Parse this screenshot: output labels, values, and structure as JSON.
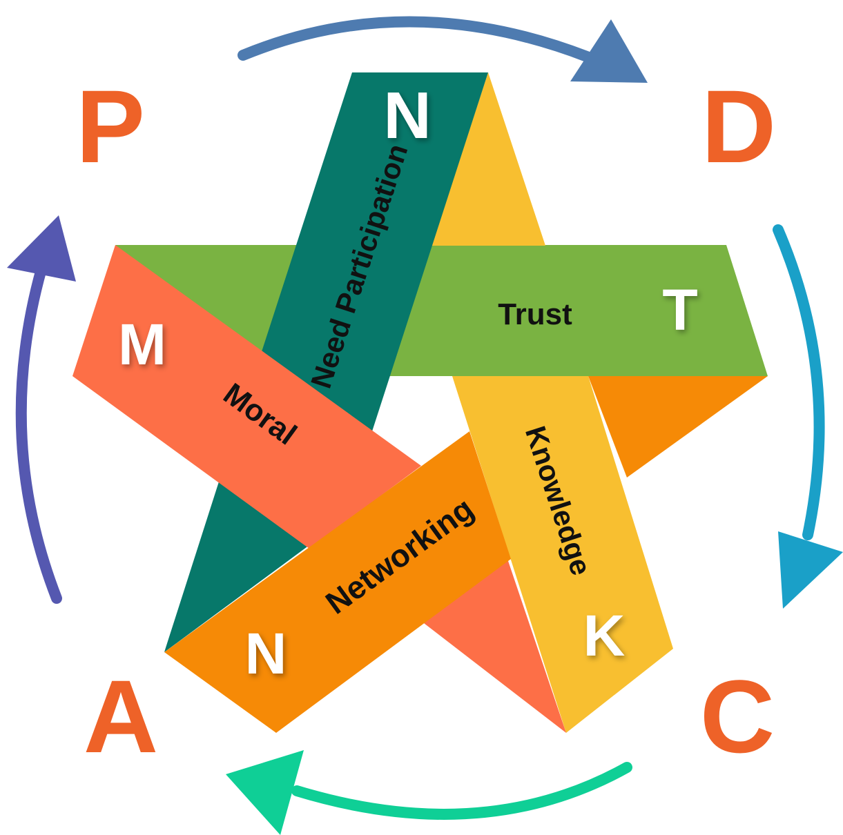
{
  "cycle": {
    "labels": {
      "p": "P",
      "d": "D",
      "c": "C",
      "a": "A"
    },
    "letter_color": "#ee6228",
    "arrow_colors": {
      "top": "#4e7bb0",
      "right": "#1aa0c8",
      "bottom": "#0fcf96",
      "left": "#5558b0"
    }
  },
  "star": {
    "band_colors": {
      "need_participation": "#07786a",
      "trust": "#7ab342",
      "knowledge": "#f8bf30",
      "networking": "#f68a06",
      "moral": "#fd6f47"
    },
    "bands": {
      "need_participation": {
        "initial": "N",
        "label": "Need Participation"
      },
      "trust": {
        "initial": "T",
        "label": "Trust"
      },
      "knowledge": {
        "initial": "K",
        "label": "Knowledge"
      },
      "networking": {
        "initial": "N",
        "label": "Networking"
      },
      "moral": {
        "initial": "M",
        "label": "Moral"
      }
    }
  }
}
